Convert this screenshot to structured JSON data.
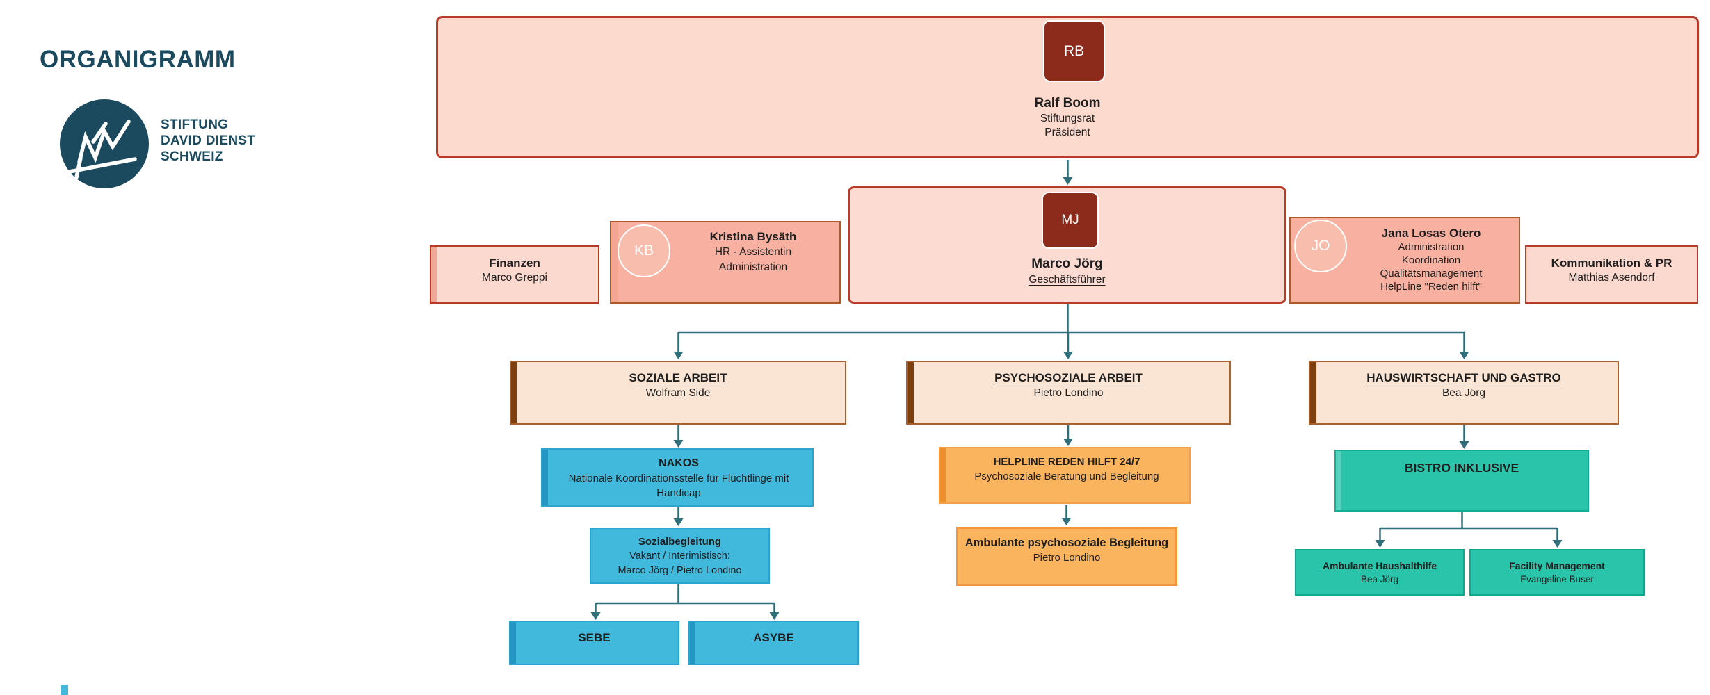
{
  "header": {
    "title": "ORGANIGRAMM"
  },
  "logo": {
    "icon": "line-chart-circle-icon",
    "line1": "STIFTUNG",
    "line2": "DAVID DIENST",
    "line3": "SCHWEIZ"
  },
  "colors": {
    "brand_teal": "#1b4a5f",
    "connector": "#2e6f7a",
    "pink_fill": "#fcdace",
    "salmon_fill": "#f8b1a1",
    "red_border": "#b93a28",
    "brown_border": "#a9602f",
    "avatar_dark_red": "#8c2b1c",
    "beige_fill": "#fae5d4",
    "blue_fill": "#41b9dd",
    "orange_fill": "#fbb45e",
    "teal_fill": "#2ac4ab"
  },
  "nodes": {
    "president": {
      "initials": "RB",
      "name": "Ralf Boom",
      "line1": "Stiftungsrat",
      "line2": "Präsident"
    },
    "ceo": {
      "initials": "MJ",
      "name": "Marco Jörg",
      "role": "Geschäftsführer"
    },
    "finance": {
      "title": "Finanzen",
      "person": "Marco Greppi"
    },
    "hr": {
      "initials": "KB",
      "name": "Kristina Bysäth",
      "line1": "HR - Assistentin",
      "line2": "Administration"
    },
    "admin": {
      "initials": "JO",
      "name": "Jana Losas Otero",
      "line1": "Administration",
      "line2": "Koordination",
      "line3": "Qualitätsmanagement",
      "line4": "HelpLine \"Reden hilft\""
    },
    "communication": {
      "title": "Kommunikation & PR",
      "person": "Matthias Asendorf"
    },
    "social_work": {
      "title": "SOZIALE ARBEIT",
      "person": "Wolfram Side"
    },
    "psychosocial": {
      "title": "PSYCHOSOZIALE ARBEIT",
      "person": "Pietro Londino"
    },
    "housekeeping": {
      "title": "HAUSWIRTSCHAFT UND GASTRO",
      "person": "Bea Jörg"
    },
    "nakos": {
      "title": "NAKOS",
      "desc": "Nationale Koordinationsstelle für Flüchtlinge mit Handicap"
    },
    "sozialbegleitung": {
      "title": "Sozialbegleitung",
      "line1": "Vakant / Interimistisch:",
      "line2": "Marco Jörg / Pietro Londino"
    },
    "sebe": {
      "title": "SEBE"
    },
    "asybe": {
      "title": "ASYBE"
    },
    "helpline": {
      "title": "HELPLINE REDEN HILFT 24/7",
      "desc": "Psychosoziale Beratung und Begleitung"
    },
    "ambulante_psych": {
      "title": "Ambulante psychosoziale Begleitung",
      "person": "Pietro Londino"
    },
    "bistro": {
      "title": "BISTRO INKLUSIVE"
    },
    "haushalthilfe": {
      "title": "Ambulante Haushalthilfe",
      "person": "Bea Jörg"
    },
    "facility": {
      "title": "Facility Management",
      "person": "Evangeline Buser"
    }
  }
}
